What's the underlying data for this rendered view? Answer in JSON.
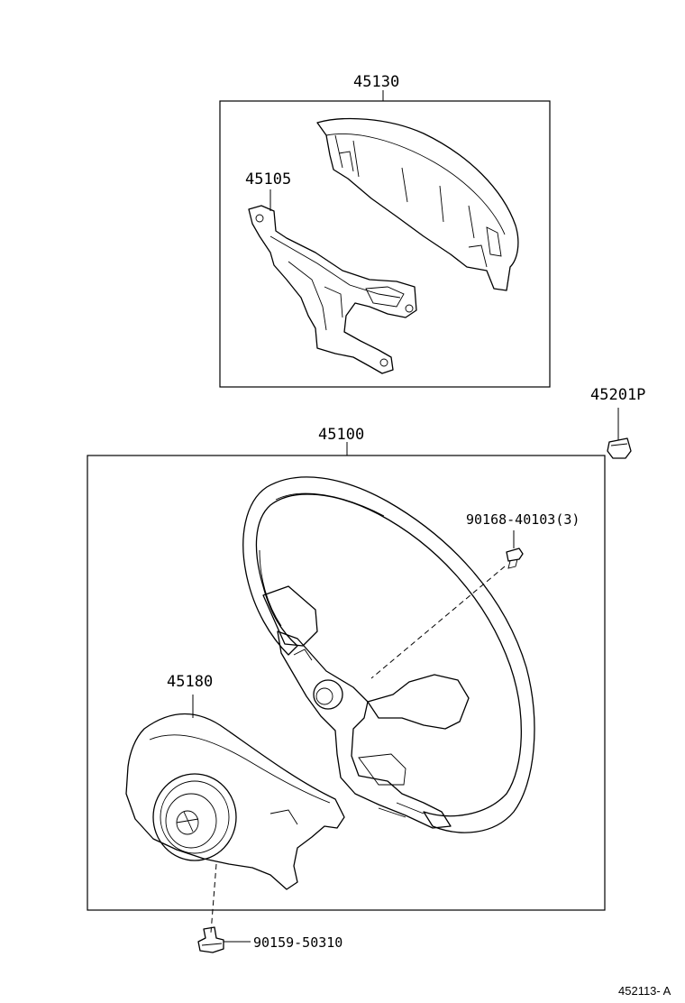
{
  "labels": {
    "upper_cover": "45130",
    "spoke_cover": "45105",
    "ornament_cap": "45201P",
    "wheel_assy": "45100",
    "screw": "90168-40103(3)",
    "pad": "45180",
    "bolt": "90159-50310"
  },
  "figure_id": "452113- A"
}
